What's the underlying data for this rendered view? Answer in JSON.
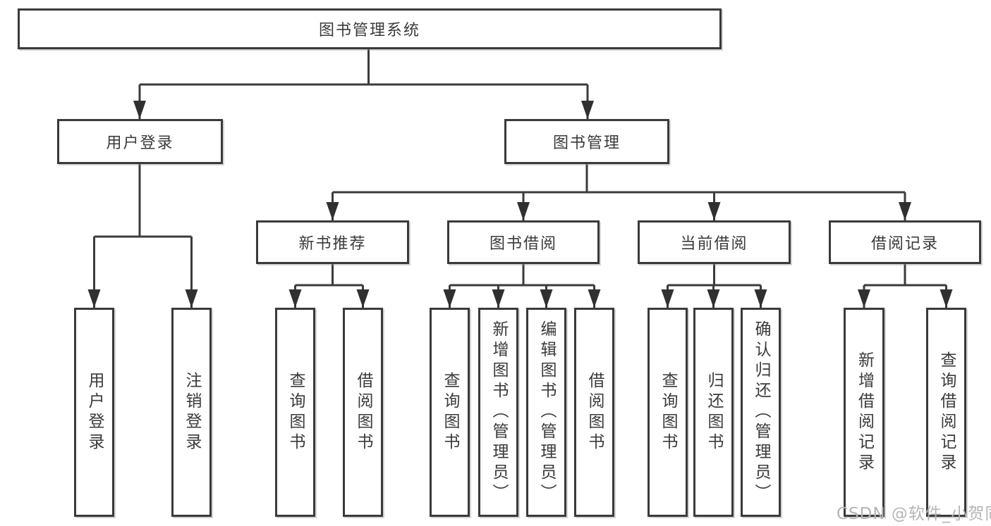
{
  "diagram": {
    "root": "图书管理系统",
    "level2": {
      "user_login": "用户登录",
      "book_management": "图书管理"
    },
    "level3": {
      "new_book_recommend": "新书推荐",
      "book_borrow": "图书借阅",
      "current_borrow": "当前借阅",
      "borrow_records": "借阅记录"
    },
    "leaves": {
      "user_login": [
        "用户登录",
        "注销登录"
      ],
      "new_book_recommend": [
        "查询图书",
        "借阅图书"
      ],
      "book_borrow": [
        "查询图书",
        "新增图书（管理员）",
        "编辑图书（管理员）",
        "借阅图书"
      ],
      "current_borrow": [
        "查询图书",
        "归还图书",
        "确认归还（管理员）"
      ],
      "borrow_records": [
        "新增借阅记录",
        "查询借阅记录"
      ]
    }
  },
  "watermark": "CSDN @软件_小贺同学",
  "colors": {
    "line": "#3b3b3b",
    "arrow_fill": "#303030",
    "text": "#3a3a3a",
    "watermark_gray": "#b5b5b5",
    "background": "#ffffff"
  }
}
